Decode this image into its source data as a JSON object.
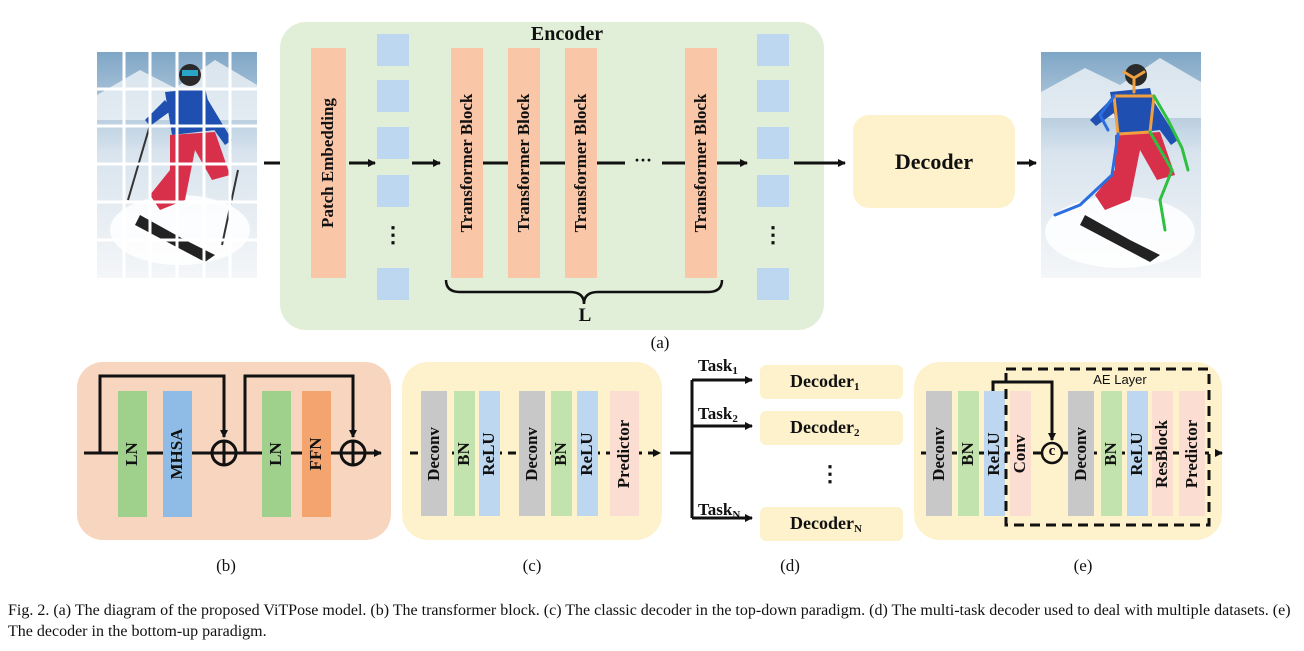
{
  "figure": {
    "encoder_title": "Encoder",
    "patch_embedding_label": "Patch Embedding",
    "transformer_block_label": "Transformer Block",
    "ellipsis_h": "···",
    "ellipsis_v": "⋮",
    "loop_label": "L",
    "decoder_label": "Decoder",
    "panel_a_label": "(a)",
    "panel_b_label": "(b)",
    "panel_c_label": "(c)",
    "panel_d_label": "(d)",
    "panel_e_label": "(e)",
    "b": {
      "ln": "LN",
      "mhsa": "MHSA",
      "ffn": "FFN"
    },
    "c": {
      "deconv": "Deconv",
      "bn": "BN",
      "relu": "ReLU",
      "predictor": "Predictor"
    },
    "d": {
      "tasks": [
        {
          "task": "Task",
          "task_sub": "1",
          "decoder": "Decoder",
          "decoder_sub": "1"
        },
        {
          "task": "Task",
          "task_sub": "2",
          "decoder": "Decoder",
          "decoder_sub": "2"
        },
        {
          "task": "Task",
          "task_sub": "N",
          "decoder": "Decoder",
          "decoder_sub": "N"
        }
      ]
    },
    "e": {
      "ae_layer": "AE Layer",
      "conv": "Conv",
      "concat": "c",
      "resblock": "ResBlock"
    }
  },
  "caption": "Fig. 2.    (a) The diagram of the proposed ViTPose model. (b) The transformer block. (c) The classic decoder in the top-down paradigm. (d) The multi-task decoder used to deal with multiple datasets. (e) The decoder in the bottom-up paradigm.",
  "colors": {
    "encoder_bg": "#e1eed8",
    "decoder_bg": "#fdf2cc",
    "block_orange": "#f9c6a8",
    "token_blue": "#bcd7ef",
    "panel_b_bg": "#f7d5bf",
    "ln_green": "#9fd08c",
    "mhsa_blue": "#8fbce6",
    "ffn_orange": "#f4a46f",
    "deconv_gray": "#c8c8c8",
    "bn_green": "#c2e3ad",
    "relu_blue": "#bcd7ef",
    "predictor_pink": "#fbddd1"
  }
}
